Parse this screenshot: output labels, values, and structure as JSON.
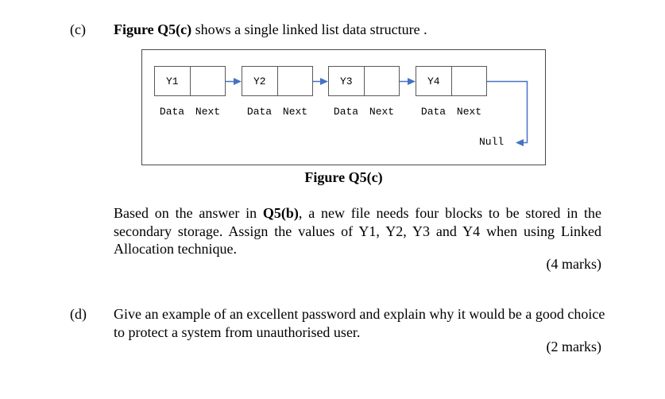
{
  "document": {
    "background": "#ffffff",
    "text_color": "#000000"
  },
  "colors": {
    "arrow": "#4472c4",
    "node_border": "#595959",
    "frame_border": "#4a4a4a"
  },
  "section_c": {
    "label": "(c)",
    "intro": {
      "bold": "Figure Q5(c)",
      "rest": " shows a single linked list data structure ."
    },
    "body": {
      "line1_pre": "Based on the answer in ",
      "line1_bold": "Q5(b)",
      "line1_post": ", a new file needs four blocks to be stored in the",
      "line2": "secondary storage. Assign the values of Y1, Y2, Y3 and Y4 when using Linked",
      "line3": "Allocation technique."
    },
    "marks": "(4 marks)"
  },
  "figure": {
    "caption": "Figure Q5(c)",
    "null_label": "Null",
    "nodes": [
      {
        "value": "Y1",
        "left_field": "Data",
        "right_field": "Next"
      },
      {
        "value": "Y2",
        "left_field": "Data",
        "right_field": "Next"
      },
      {
        "value": "Y3",
        "left_field": "Data",
        "right_field": "Next"
      },
      {
        "value": "Y4",
        "left_field": "Data",
        "right_field": "Next"
      }
    ]
  },
  "section_d": {
    "label": "(d)",
    "body": {
      "line1": "Give an example of an excellent password and explain why it would be a good choice",
      "line2": "to protect a system from unauthorised user."
    },
    "marks": "(2 marks)"
  }
}
